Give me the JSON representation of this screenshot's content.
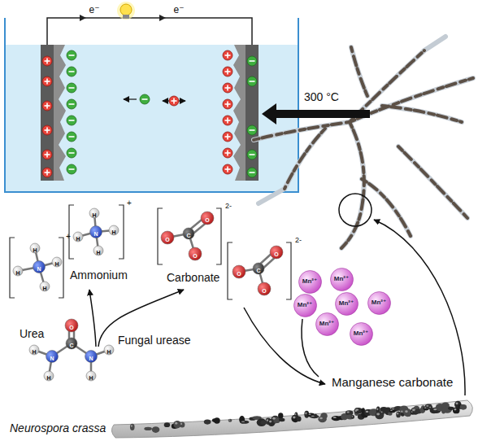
{
  "diagram": {
    "nodes": [
      {
        "text": [
          "Mn²⁺"
        ]
      },
      {
        "text": [
          "Mn²⁺"
        ]
      },
      {
        "text": [
          "Mn²⁺"
        ]
      },
      {
        "text": [
          "Mn²⁺"
        ]
      },
      {
        "text": [
          "Mn²⁺"
        ]
      },
      {
        "text": [
          "Mn²⁺"
        ]
      },
      {
        "text": [
          "Mn²⁺"
        ]
      }
    ],
    "labels": [
      "e⁻",
      "e⁻",
      "300 °C",
      "+",
      "N",
      "H",
      "H",
      "H",
      "H",
      "+",
      "N",
      "H",
      "H",
      "H",
      "H",
      "Ammonium",
      "2-",
      "C",
      "O",
      "O",
      "O",
      "2-",
      "C",
      "O",
      "O",
      "O",
      "Carbonate",
      "O",
      "C",
      "N",
      "N",
      "H",
      "H",
      "H",
      "H",
      "Urea",
      "Fungal urease",
      "Manganese carbonate",
      "Neurospora crassa"
    ]
  }
}
